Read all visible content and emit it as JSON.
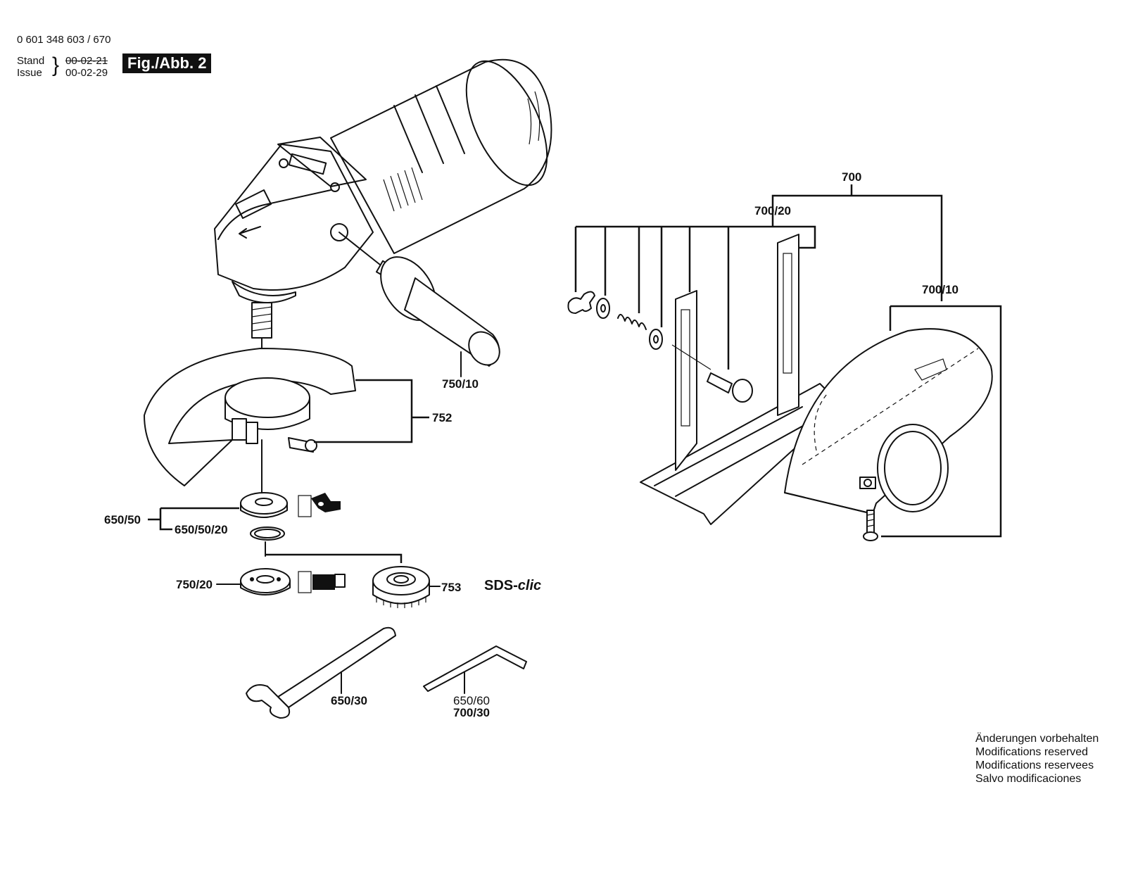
{
  "header": {
    "part_number": "0 601 348 603 / 670",
    "stand_label": "Stand",
    "issue_label": "Issue",
    "stand_date": "00-02-21",
    "issue_date": "00-02-29",
    "figure_label": "Fig./Abb. 2"
  },
  "labels": {
    "p700": "700",
    "p700_20": "700/20",
    "p700_10": "700/10",
    "p750_10": "750/10",
    "p752": "752",
    "p650_50": "650/50",
    "p650_50_20": "650/50/20",
    "p750_20": "750/20",
    "p753": "753",
    "sds_prefix": "SDS-",
    "sds_suffix": "clic",
    "p650_30": "650/30",
    "p650_60": "650/60",
    "p700_30": "700/30"
  },
  "notes": [
    "Änderungen vorbehalten",
    "Modifications reserved",
    "Modifications reservees",
    "Salvo modificaciones"
  ],
  "icons": [
    "angle-grinder",
    "auxiliary-handle",
    "wheel-guard",
    "clamping-nut",
    "flange",
    "quick-clamp-nut",
    "pin-spanner",
    "hex-key",
    "cutting-guide",
    "cutting-guard",
    "wing-nut",
    "spring",
    "washer",
    "screw"
  ]
}
